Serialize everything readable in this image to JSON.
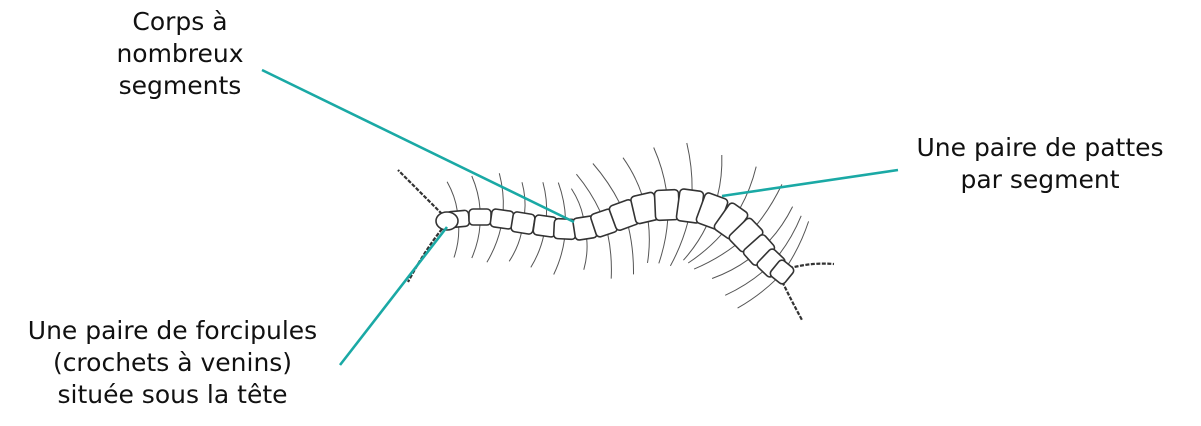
{
  "labels": {
    "body_segments": {
      "lines": [
        "Corps à",
        "nombreux",
        "segments"
      ]
    },
    "legs": {
      "lines": [
        "Une paire de pattes",
        "par segment"
      ]
    },
    "forcipules": {
      "lines": [
        "Une paire de forcipules",
        "(crochets à venins)",
        "située sous la tête"
      ]
    }
  },
  "colors": {
    "leader_line": "#1aa9a5",
    "illustration_stroke": "#333333",
    "text": "#111111"
  },
  "icons": {
    "centipede": "centipede-illustration"
  }
}
